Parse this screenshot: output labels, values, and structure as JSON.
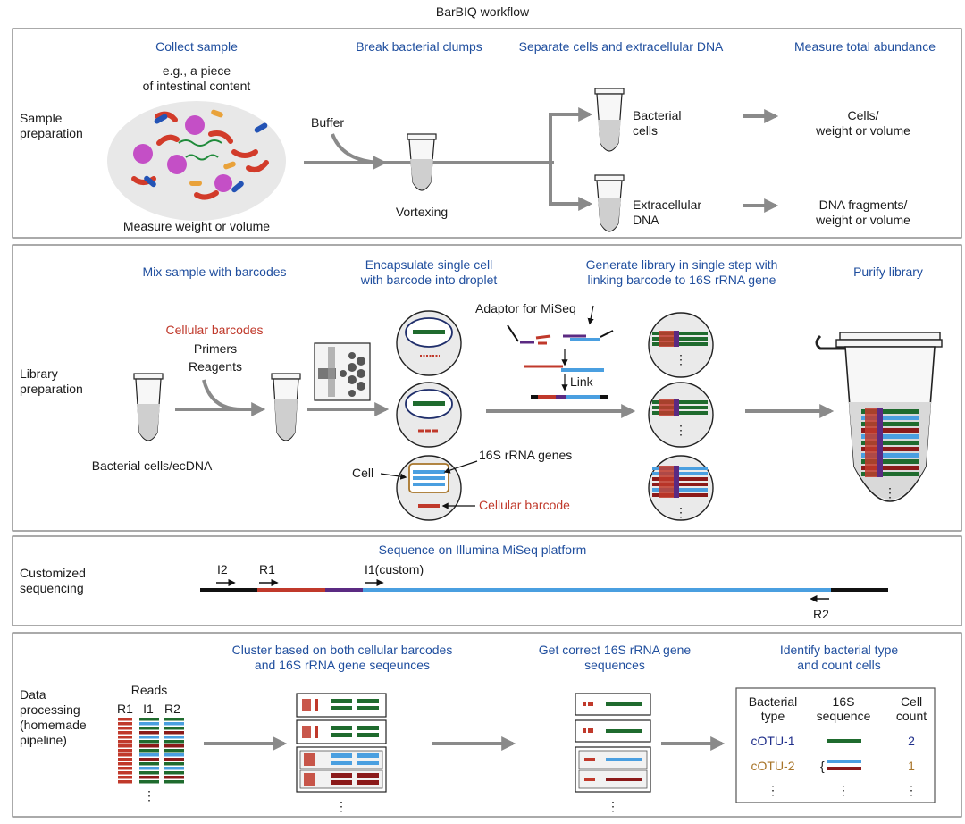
{
  "title": "BarBIQ workflow",
  "panels": {
    "sample": {
      "label_l1": "Sample",
      "label_l2": "preparation",
      "step1": "Collect sample",
      "step2": "Break bacterial clumps",
      "step3": "Separate cells and extracellular DNA",
      "step4": "Measure total abundance",
      "sample_note_l1": "e.g., a piece",
      "sample_note_l2": "of intestinal content",
      "measure": "Measure weight or volume",
      "buffer": "Buffer",
      "vortexing": "Vortexing",
      "bact_l1": "Bacterial",
      "bact_l2": "cells",
      "ext_l1": "Extracellular",
      "ext_l2": "DNA",
      "cells_l1": "Cells/",
      "cells_l2": "weight or volume",
      "dna_l1": "DNA fragments/",
      "dna_l2": "weight or volume"
    },
    "library": {
      "label_l1": "Library",
      "label_l2": "preparation",
      "step1": "Mix sample with barcodes",
      "step2_l1": "Encapsulate single cell",
      "step2_l2": "with barcode into droplet",
      "step3_l1": "Generate library in single step with",
      "step3_l2": "linking barcode to 16S rRNA gene",
      "step4": "Purify library",
      "cellular_barcodes": "Cellular barcodes",
      "primers": "Primers",
      "reagents": "Reagents",
      "input": "Bacterial cells/ecDNA",
      "adaptor": "Adaptor for MiSeq",
      "link": "Link",
      "genes": "16S rRNA genes",
      "cell": "Cell",
      "cellular_barcode": "Cellular barcode"
    },
    "sequencing": {
      "label_l1": "Customized",
      "label_l2": "sequencing",
      "heading": "Sequence on Illumina MiSeq platform",
      "i2": "I2",
      "r1": "R1",
      "i1": "I1(custom)",
      "r2": "R2"
    },
    "data": {
      "label_l1": "Data",
      "label_l2": "processing",
      "label_l3": "(homemade",
      "label_l4": "pipeline)",
      "step1_l1": "Cluster based on both cellular barcodes",
      "step1_l2": "and 16S rRNA gene seqeunces",
      "step2_l1": "Get correct 16S rRNA gene",
      "step2_l2": "sequences",
      "step3_l1": "Identify bacterial type",
      "step3_l2": "and count cells",
      "reads": "Reads",
      "col_r1": "R1",
      "col_i1": "I1",
      "col_r2": "R2",
      "table": {
        "h1_l1": "Bacterial",
        "h1_l2": "type",
        "h2_l1": "16S",
        "h2_l2": "sequence",
        "h3_l1": "Cell",
        "h3_l2": "count",
        "row1_type": "cOTU-1",
        "row1_count": "2",
        "row2_type": "cOTU-2",
        "row2_count": "1"
      }
    }
  },
  "colors": {
    "heading_blue": "#1f4e9e",
    "barcode_red": "#c0392b",
    "gene_blue": "#4a9fe0",
    "green": "#1f6b2e",
    "purple": "#5b2a82",
    "maroon": "#8b1a1a",
    "arrow_grey": "#8a8a8a",
    "cotu2_brown": "#a8752a"
  }
}
